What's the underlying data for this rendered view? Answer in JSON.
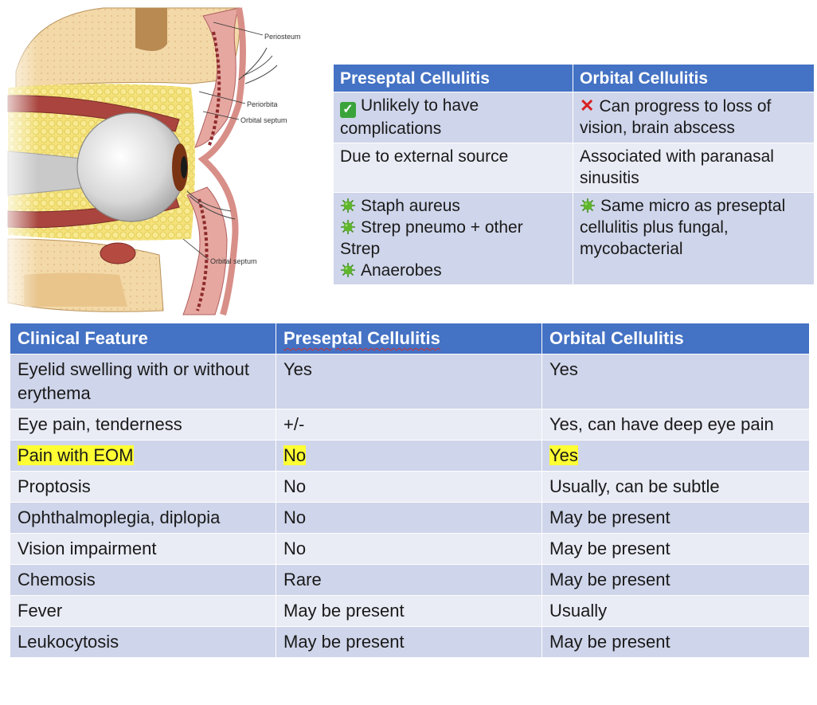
{
  "anatomy": {
    "labels": {
      "periosteum": "Periosteum",
      "periorbita": "Periorbita",
      "orbital_septum_top": "Orbital septum",
      "orbital_septum_bottom": "Orbital septum"
    }
  },
  "comparison_table": {
    "headers": [
      "Preseptal Cellulitis",
      "Orbital Cellulitis"
    ],
    "row1": {
      "preseptal": "Unlikely to have complications",
      "preseptal_icon": "check-icon",
      "orbital": "Can progress to loss of vision, brain abscess",
      "orbital_icon": "cross-icon"
    },
    "row2": {
      "preseptal": "Due to external source",
      "orbital": "Associated with paranasal sinusitis"
    },
    "row3": {
      "preseptal_items": [
        "Staph aureus",
        "Strep pneumo + other Strep",
        "Anaerobes"
      ],
      "preseptal_icon": "germ-icon",
      "orbital": "Same micro as preseptal cellulitis plus fungal, mycobacterial",
      "orbital_icon": "germ-icon"
    }
  },
  "features_table": {
    "headers": [
      "Clinical Feature",
      "Preseptal Cellulitis",
      "Orbital Cellulitis"
    ],
    "rows": [
      {
        "feature": "Eyelid swelling with or without erythema",
        "preseptal": "Yes",
        "orbital": "Yes",
        "highlight": false
      },
      {
        "feature": "Eye pain, tenderness",
        "preseptal": "+/-",
        "orbital": "Yes, can have deep eye pain",
        "highlight": false
      },
      {
        "feature": "Pain with EOM",
        "preseptal": "No",
        "orbital": "Yes",
        "highlight": true
      },
      {
        "feature": "Proptosis",
        "preseptal": "No",
        "orbital": "Usually, can be subtle",
        "highlight": false
      },
      {
        "feature": "Ophthalmoplegia, diplopia",
        "preseptal": "No",
        "orbital": "May be present",
        "highlight": false
      },
      {
        "feature": "Vision impairment",
        "preseptal": "No",
        "orbital": "May be present",
        "highlight": false
      },
      {
        "feature": "Chemosis",
        "preseptal": "Rare",
        "orbital": "May be present",
        "highlight": false
      },
      {
        "feature": "Fever",
        "preseptal": "May be present",
        "orbital": "Usually",
        "highlight": false
      },
      {
        "feature": "Leukocytosis",
        "preseptal": "May be present",
        "orbital": "May be present",
        "highlight": false
      }
    ]
  },
  "colors": {
    "header_blue": "#4472c4",
    "row_dark": "#cfd5ea",
    "row_light": "#e9ebf5",
    "highlight_yellow": "#ffff33"
  }
}
